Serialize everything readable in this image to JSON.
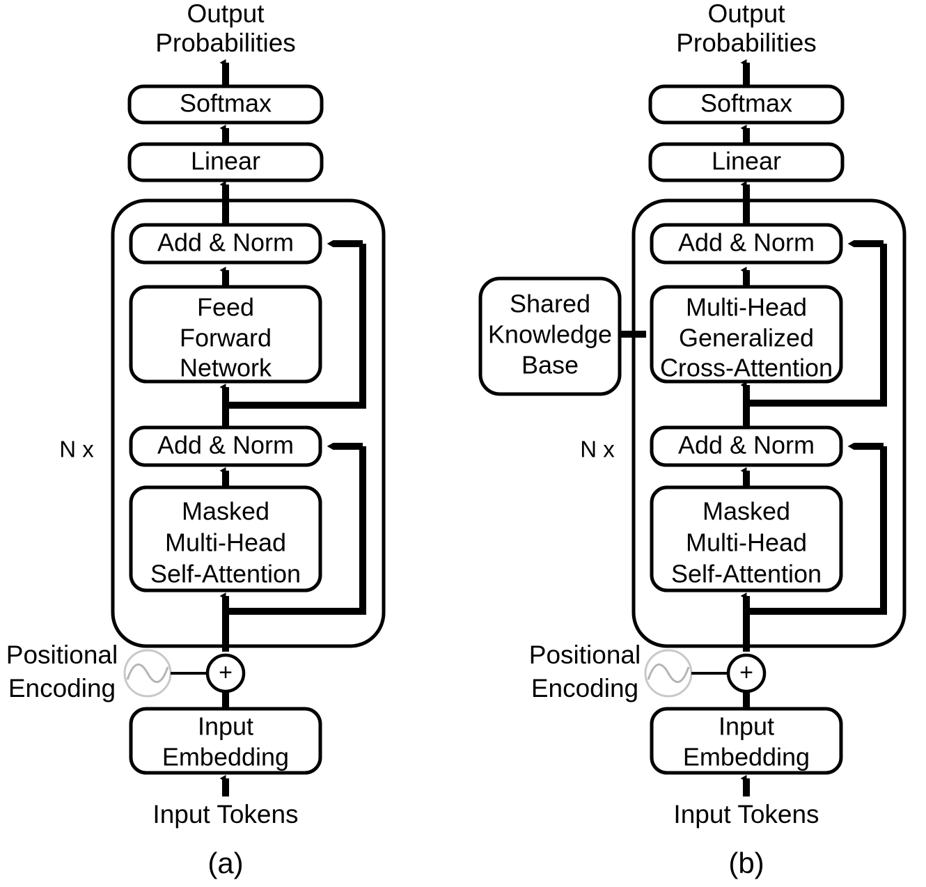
{
  "figure": {
    "title": "Transformer decoder architectures: standard vs. generalized cross-attention",
    "colors": {
      "stroke": "#000000",
      "fill": "#ffffff",
      "positional_encoding_ring": "#c8c8c8",
      "positional_encoding_wave": "#b4b4b4"
    }
  },
  "panels": [
    {
      "id": "a",
      "label": "(a)",
      "repeat_label": "N x",
      "top_output_label_line1": "Output",
      "top_output_label_line2": "Probabilities",
      "bottom_input_label": "Input Tokens",
      "positional_encoding_line1": "Positional",
      "positional_encoding_line2": "Encoding",
      "add_symbol": "+",
      "blocks": [
        {
          "name": "softmax",
          "lines": [
            "Softmax"
          ]
        },
        {
          "name": "linear",
          "lines": [
            "Linear"
          ]
        },
        {
          "name": "add-norm-upper",
          "lines": [
            "Add & Norm"
          ]
        },
        {
          "name": "feed-forward-network",
          "lines": [
            "Feed",
            "Forward",
            "Network"
          ]
        },
        {
          "name": "add-norm-lower",
          "lines": [
            "Add & Norm"
          ]
        },
        {
          "name": "masked-self-attention",
          "lines": [
            "Masked",
            "Multi-Head",
            "Self-Attention"
          ]
        },
        {
          "name": "input-embedding",
          "lines": [
            "Input",
            "Embedding"
          ]
        }
      ]
    },
    {
      "id": "b",
      "label": "(b)",
      "repeat_label": "N x",
      "top_output_label_line1": "Output",
      "top_output_label_line2": "Probabilities",
      "bottom_input_label": "Input Tokens",
      "positional_encoding_line1": "Positional",
      "positional_encoding_line2": "Encoding",
      "add_symbol": "+",
      "blocks": [
        {
          "name": "softmax",
          "lines": [
            "Softmax"
          ]
        },
        {
          "name": "linear",
          "lines": [
            "Linear"
          ]
        },
        {
          "name": "add-norm-upper",
          "lines": [
            "Add & Norm"
          ]
        },
        {
          "name": "generalized-cross-attention",
          "lines": [
            "Multi-Head",
            "Generalized",
            "Cross-Attention"
          ]
        },
        {
          "name": "add-norm-lower",
          "lines": [
            "Add & Norm"
          ]
        },
        {
          "name": "masked-self-attention",
          "lines": [
            "Masked",
            "Multi-Head",
            "Self-Attention"
          ]
        },
        {
          "name": "input-embedding",
          "lines": [
            "Input",
            "Embedding"
          ]
        },
        {
          "name": "shared-knowledge-base",
          "lines": [
            "Shared",
            "Knowledge",
            "Base"
          ]
        }
      ]
    }
  ],
  "panel_a": {
    "output_l1": "Output",
    "output_l2": "Probabilities",
    "softmax": "Softmax",
    "linear": "Linear",
    "add_norm_upper": "Add & Norm",
    "ffn_l1": "Feed",
    "ffn_l2": "Forward",
    "ffn_l3": "Network",
    "add_norm_lower": "Add & Norm",
    "msa_l1": "Masked",
    "msa_l2": "Multi-Head",
    "msa_l3": "Self-Attention",
    "nx": "N x",
    "pe_l1": "Positional",
    "pe_l2": "Encoding",
    "plus": "+",
    "emb_l1": "Input",
    "emb_l2": "Embedding",
    "input_tokens": "Input Tokens",
    "panel_label": "(a)"
  },
  "panel_b": {
    "output_l1": "Output",
    "output_l2": "Probabilities",
    "softmax": "Softmax",
    "linear": "Linear",
    "add_norm_upper": "Add & Norm",
    "gca_l1": "Multi-Head",
    "gca_l2": "Generalized",
    "gca_l3": "Cross-Attention",
    "add_norm_lower": "Add & Norm",
    "msa_l1": "Masked",
    "msa_l2": "Multi-Head",
    "msa_l3": "Self-Attention",
    "skb_l1": "Shared",
    "skb_l2": "Knowledge",
    "skb_l3": "Base",
    "nx": "N x",
    "pe_l1": "Positional",
    "pe_l2": "Encoding",
    "plus": "+",
    "emb_l1": "Input",
    "emb_l2": "Embedding",
    "input_tokens": "Input Tokens",
    "panel_label": "(b)"
  }
}
